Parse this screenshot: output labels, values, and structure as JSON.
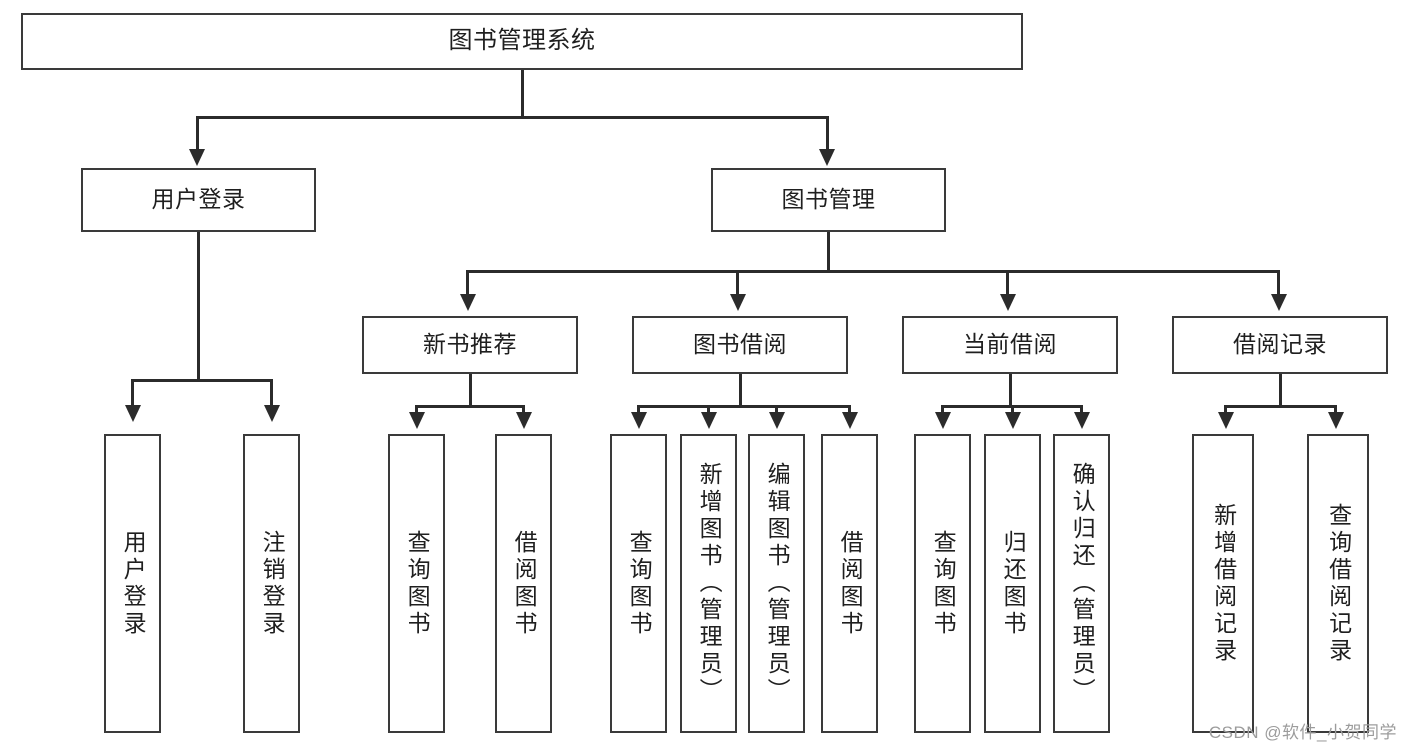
{
  "diagram": {
    "title": "图书管理系统",
    "type": "tree-hierarchy-diagram",
    "root": {
      "id": "root",
      "label": "图书管理系统"
    },
    "level2": [
      {
        "id": "user-login",
        "label": "用户登录"
      },
      {
        "id": "book-manage",
        "label": "图书管理"
      }
    ],
    "level3": [
      {
        "id": "new-book-rec",
        "label": "新书推荐",
        "parent": "book-manage"
      },
      {
        "id": "book-borrow",
        "label": "图书借阅",
        "parent": "book-manage"
      },
      {
        "id": "current-borrow",
        "label": "当前借阅",
        "parent": "book-manage"
      },
      {
        "id": "borrow-record",
        "label": "借阅记录",
        "parent": "book-manage"
      }
    ],
    "leaves": [
      {
        "id": "leaf-user-login",
        "label": "用户登录",
        "parent": "user-login"
      },
      {
        "id": "leaf-user-logout",
        "label": "注销登录",
        "parent": "user-login"
      },
      {
        "id": "leaf-query-book-1",
        "label": "查询图书",
        "parent": "new-book-rec"
      },
      {
        "id": "leaf-borrow-book-1",
        "label": "借阅图书",
        "parent": "new-book-rec"
      },
      {
        "id": "leaf-query-book-2",
        "label": "查询图书",
        "parent": "book-borrow"
      },
      {
        "id": "leaf-add-book",
        "label": "新增图书（管理员）",
        "parent": "book-borrow"
      },
      {
        "id": "leaf-edit-book",
        "label": "编辑图书（管理员）",
        "parent": "book-borrow"
      },
      {
        "id": "leaf-borrow-book-2",
        "label": "借阅图书",
        "parent": "book-borrow"
      },
      {
        "id": "leaf-query-book-3",
        "label": "查询图书",
        "parent": "current-borrow"
      },
      {
        "id": "leaf-return-book",
        "label": "归还图书",
        "parent": "current-borrow"
      },
      {
        "id": "leaf-confirm-return",
        "label": "确认归还（管理员）",
        "parent": "current-borrow"
      },
      {
        "id": "leaf-add-record",
        "label": "新增借阅记录",
        "parent": "borrow-record"
      },
      {
        "id": "leaf-query-record",
        "label": "查询借阅记录",
        "parent": "borrow-record"
      }
    ],
    "watermark": "CSDN @软件_小贺同学",
    "colors": {
      "background": "#ffffff",
      "box_border": "#3a3a3a",
      "connector": "#2b2b2b",
      "text": "#1f1f1f",
      "watermark": "#9c9c9c"
    }
  }
}
